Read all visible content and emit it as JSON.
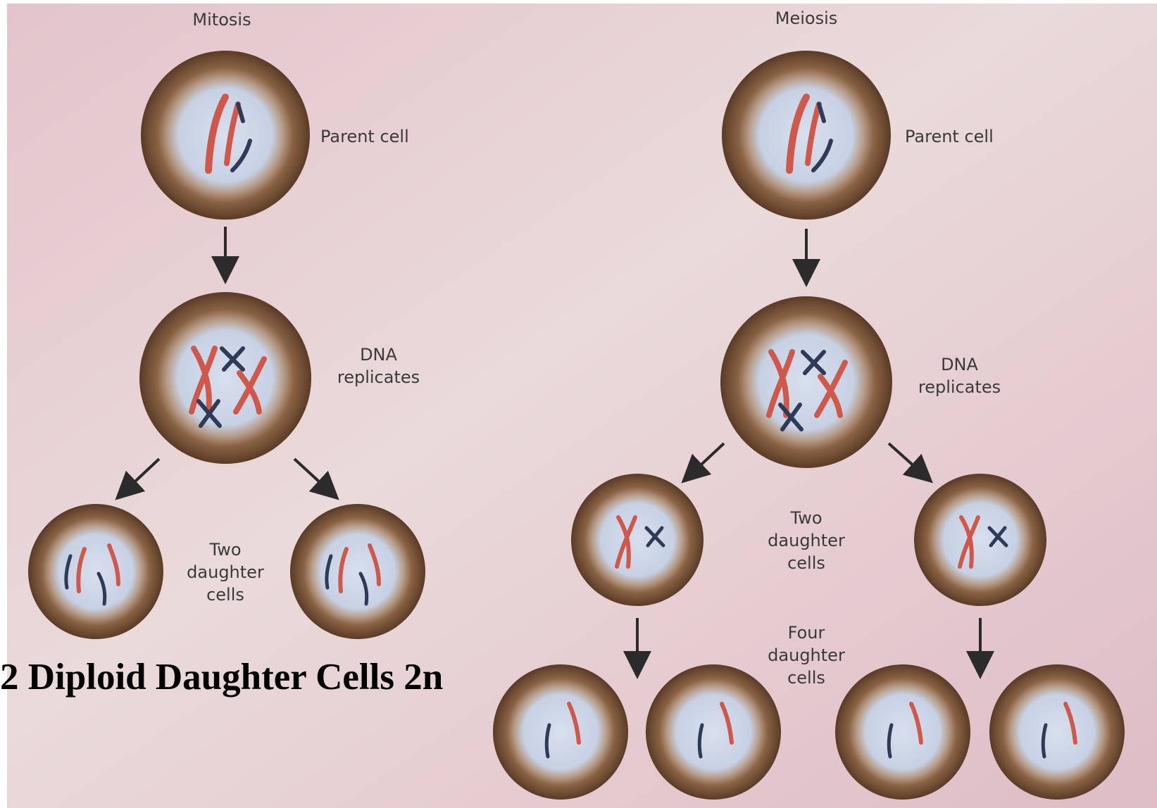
{
  "mitosis": {
    "title": "Mitosis",
    "parent_label": "Parent cell",
    "replicate_label": "DNA\nreplicates",
    "daughters_label": "Two\ndaughter\ncells"
  },
  "meiosis": {
    "title": "Meiosis",
    "parent_label": "Parent cell",
    "replicate_label": "DNA\nreplicates",
    "daughters_label": "Two\ndaughter\ncells",
    "final_label": "Four\ndaughter\ncells"
  },
  "overlay_text": "2 Diploid Daughter Cells 2n",
  "colors": {
    "background": "#e6c9cf",
    "cell_shell": "#6e4a32",
    "nucleus": "#c9d4e6",
    "chromosome_red": "#d0584a",
    "chromosome_blue": "#2f3a57",
    "arrow": "#2b2b2b"
  }
}
